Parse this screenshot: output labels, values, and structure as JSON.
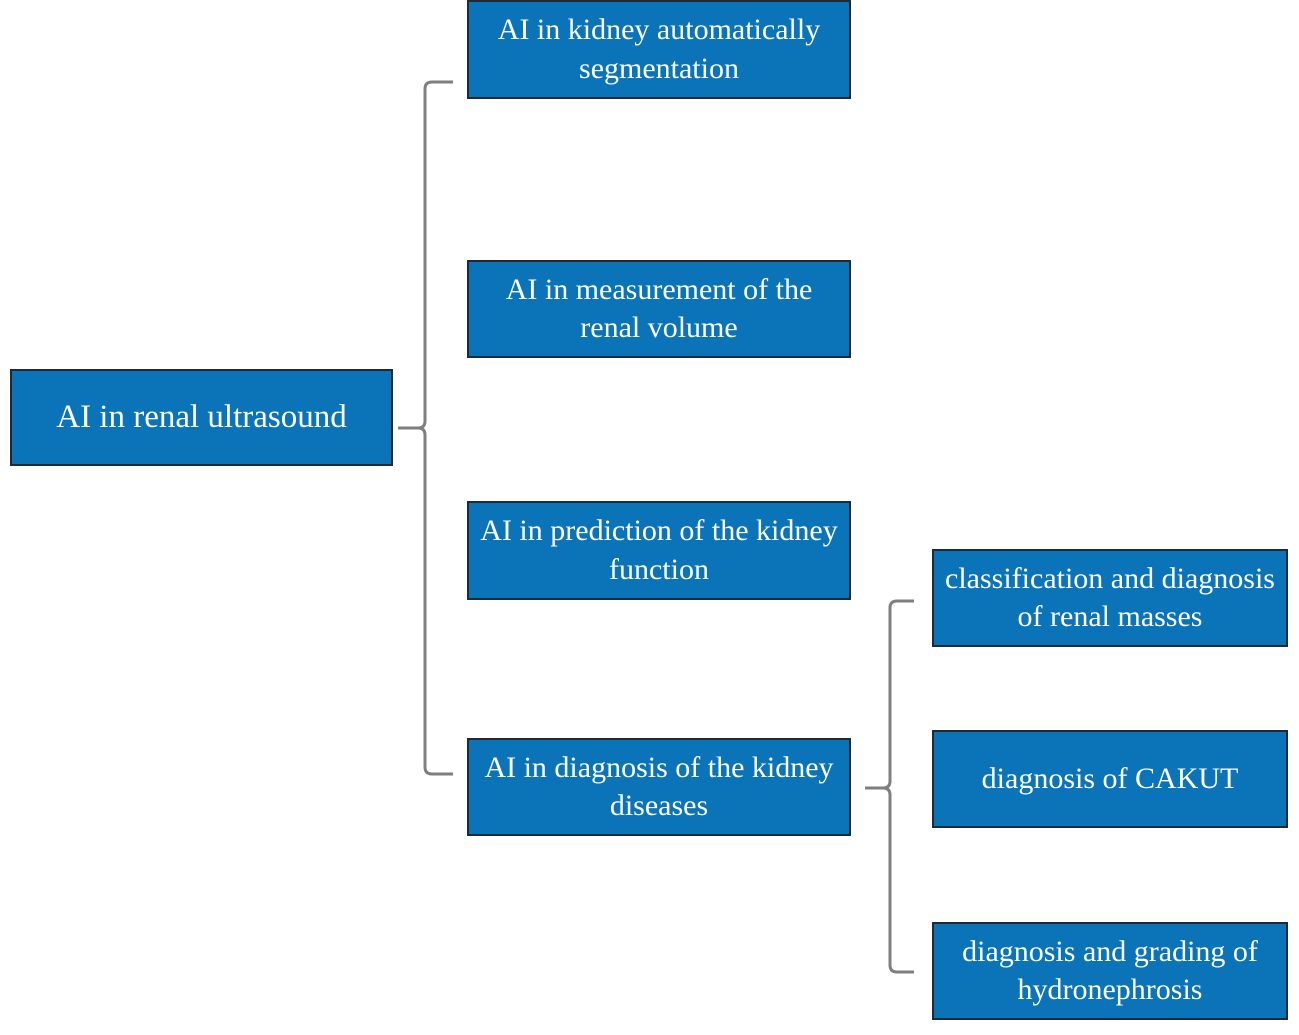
{
  "root": {
    "label": "AI in renal ultrasound"
  },
  "children": [
    {
      "label": "AI in kidney automatically segmentation"
    },
    {
      "label": "AI in measurement of the renal volume"
    },
    {
      "label": "AI in prediction of the kidney function"
    },
    {
      "label": "AI in diagnosis of the kidney diseases"
    }
  ],
  "grandchildren": [
    {
      "label": "classification and diagnosis of renal masses"
    },
    {
      "label": "diagnosis of CAKUT"
    },
    {
      "label": "diagnosis and grading of hydronephrosis"
    }
  ],
  "colors": {
    "node_fill": "#0b74b9",
    "node_border": "#1f2a36",
    "connector": "#7f7f7f",
    "text": "#ffffff"
  }
}
